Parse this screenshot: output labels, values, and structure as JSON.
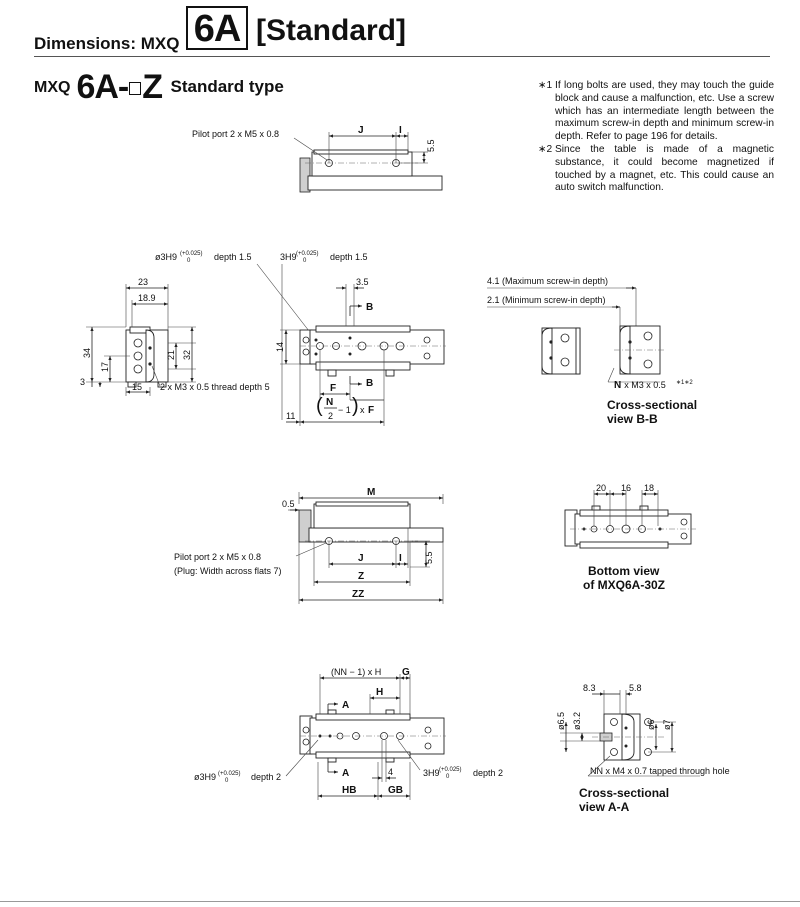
{
  "header": {
    "dimensions_label": "Dimensions: MXQ",
    "size_box": "6A",
    "standard_label": "[Standard]"
  },
  "subtitle": {
    "prefix": "MXQ",
    "model_main": "6A-",
    "model_suffix": "Z",
    "type": "Standard type"
  },
  "notes": [
    {
      "mark": "∗1",
      "text": "If long bolts are used, they may touch the guide block and cause a malfunction, etc. Use a screw which has an intermediate length between the maximum screw-in depth and minimum screw-in depth. Refer to page 196 for details."
    },
    {
      "mark": "∗2",
      "text": "Since the table is made of a magnetic substance, it could become magnetized if touched by a magnet, etc. This could cause an auto switch malfunction."
    }
  ],
  "labels": {
    "pilot_port_top": "Pilot port 2 x M5 x 0.8",
    "J": "J",
    "I": "I",
    "dim_5_5": "5.5",
    "hole_left": "ø3H9",
    "hole_right": "3H9",
    "tol_upper": "(+0.025)",
    "tol_lower": "0",
    "depth_1_5": "depth 1.5",
    "d23": "23",
    "d18_9": "18.9",
    "d34": "34",
    "d17": "17",
    "d21": "21",
    "d32": "32",
    "d3": "3",
    "d15": "15",
    "thread": "2 x M3 x 0.5 thread depth 5",
    "d3_5": "3.5",
    "B": "B",
    "d14": "14",
    "F": "F",
    "d11": "11",
    "N": "N",
    "two": "2",
    "minus_one": "− 1",
    "times": "x",
    "max_screw": "4.1 (Maximum screw-in depth)",
    "min_screw": "2.1 (Minimum screw-in depth)",
    "n_m3": "N x M3 x 0.5",
    "n_m3_note": "∗1∗2",
    "cs_bb_1": "Cross-sectional",
    "cs_bb_2": "view B-B",
    "M": "M",
    "d0_5": "0.5",
    "pilot_port_mid": "Pilot port 2 x M5 x 0.8",
    "plug": "(Plug: Width across flats 7)",
    "Z": "Z",
    "ZZ": "ZZ",
    "d20": "20",
    "d16": "16",
    "d18": "18",
    "bottom_view_1": "Bottom view",
    "bottom_view_2": "of MXQ6A-30Z",
    "nn_h": "(NN − 1) x H",
    "G": "G",
    "H": "H",
    "A": "A",
    "d4": "4",
    "HB": "HB",
    "GB": "GB",
    "depth_2": "depth 2",
    "d8_3": "8.3",
    "d5_8": "5.8",
    "d6_5": "ø6.5",
    "d3_2": "ø3.2",
    "d6": "ø6",
    "d7": "ø7",
    "nn_m4": "NN x M4 x 0.7 tapped through hole",
    "cs_aa_1": "Cross-sectional",
    "cs_aa_2": "view A-A"
  }
}
